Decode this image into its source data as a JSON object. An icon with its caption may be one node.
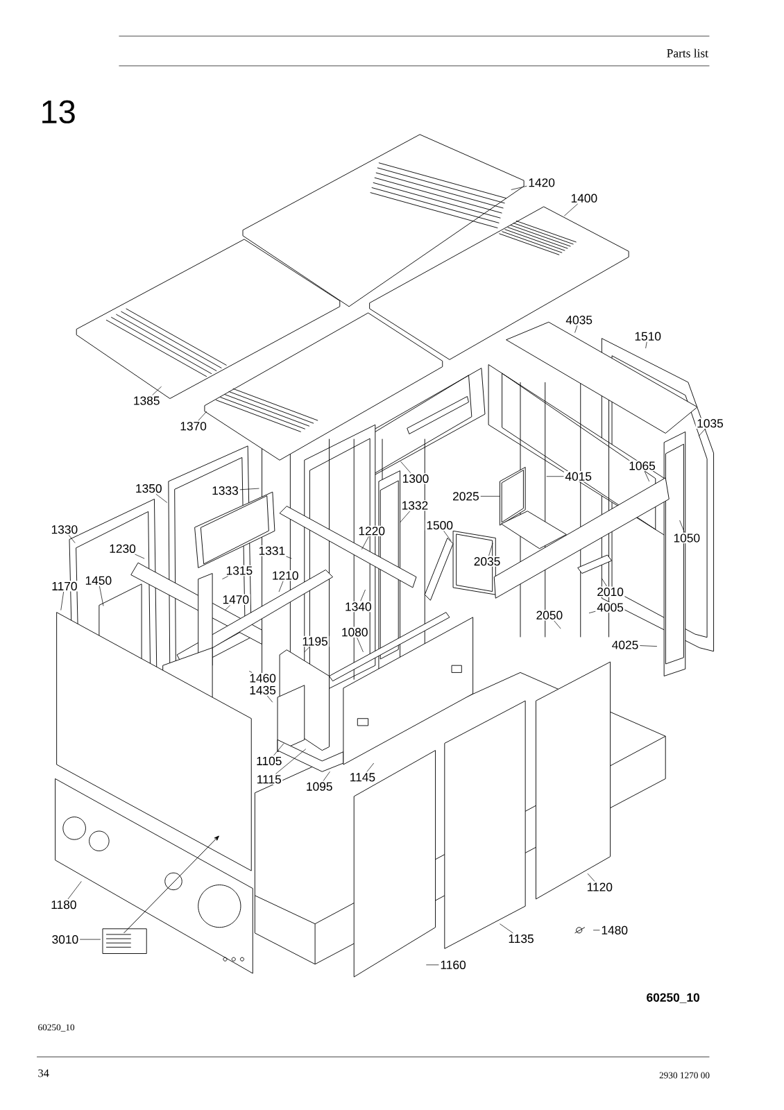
{
  "diagram": {
    "nodes": [
      {
        "text": [
          "1420"
        ]
      },
      {
        "text": [
          "1400"
        ]
      },
      {
        "text": [
          "4035"
        ]
      },
      {
        "text": [
          "1510"
        ]
      },
      {
        "text": [
          "1385"
        ]
      },
      {
        "text": [
          "1035"
        ]
      },
      {
        "text": [
          "1370"
        ]
      },
      {
        "text": [
          "1065"
        ]
      },
      {
        "text": [
          "4015"
        ]
      },
      {
        "text": [
          "1300"
        ]
      },
      {
        "text": [
          "1350"
        ]
      },
      {
        "text": [
          "1333"
        ]
      },
      {
        "text": [
          "2025"
        ]
      },
      {
        "text": [
          "1332"
        ]
      },
      {
        "text": [
          "1330"
        ]
      },
      {
        "text": [
          "1500"
        ]
      },
      {
        "text": [
          "1220"
        ]
      },
      {
        "text": [
          "1050"
        ]
      },
      {
        "text": [
          "1230"
        ]
      },
      {
        "text": [
          "1331"
        ]
      },
      {
        "text": [
          "2035"
        ]
      },
      {
        "text": [
          "1315"
        ]
      },
      {
        "text": [
          "1210"
        ]
      },
      {
        "text": [
          "1450"
        ]
      },
      {
        "text": [
          "1170"
        ]
      },
      {
        "text": [
          "2010"
        ]
      },
      {
        "text": [
          "1470"
        ]
      },
      {
        "text": [
          "1340"
        ]
      },
      {
        "text": [
          "4005"
        ]
      },
      {
        "text": [
          "2050"
        ]
      },
      {
        "text": [
          "1080"
        ]
      },
      {
        "text": [
          "1195"
        ]
      },
      {
        "text": [
          "4025"
        ]
      },
      {
        "text": [
          "1460"
        ]
      },
      {
        "text": [
          "1435"
        ]
      },
      {
        "text": [
          "1105"
        ]
      },
      {
        "text": [
          "1145"
        ]
      },
      {
        "text": [
          "1115"
        ]
      },
      {
        "text": [
          "1095"
        ]
      },
      {
        "text": [
          "1120"
        ]
      },
      {
        "text": [
          "1180"
        ]
      },
      {
        "text": [
          "1480"
        ]
      },
      {
        "text": [
          "3010"
        ]
      },
      {
        "text": [
          "1135"
        ]
      },
      {
        "text": [
          "1160"
        ]
      }
    ],
    "edges": [
      {
        "from": 0,
        "to": null,
        "arrow": "none"
      },
      {
        "from": 1,
        "to": null,
        "arrow": "none"
      },
      {
        "from": 2,
        "to": null,
        "arrow": "none"
      },
      {
        "from": 3,
        "to": null,
        "arrow": "none"
      },
      {
        "from": 4,
        "to": null,
        "arrow": "none"
      },
      {
        "from": 5,
        "to": null,
        "arrow": "none"
      },
      {
        "from": 6,
        "to": null,
        "arrow": "none"
      },
      {
        "from": 7,
        "to": null,
        "arrow": "none"
      },
      {
        "from": 8,
        "to": null,
        "arrow": "none"
      },
      {
        "from": 9,
        "to": null,
        "arrow": "none"
      },
      {
        "from": 10,
        "to": null,
        "arrow": "none"
      },
      {
        "from": 11,
        "to": null,
        "arrow": "none"
      },
      {
        "from": 12,
        "to": null,
        "arrow": "none"
      },
      {
        "from": 13,
        "to": null,
        "arrow": "none"
      },
      {
        "from": 14,
        "to": null,
        "arrow": "none"
      },
      {
        "from": 15,
        "to": null,
        "arrow": "none"
      },
      {
        "from": 16,
        "to": null,
        "arrow": "none"
      },
      {
        "from": 17,
        "to": null,
        "arrow": "none"
      },
      {
        "from": 18,
        "to": null,
        "arrow": "none"
      },
      {
        "from": 19,
        "to": null,
        "arrow": "none"
      },
      {
        "from": 20,
        "to": null,
        "arrow": "none"
      },
      {
        "from": 21,
        "to": null,
        "arrow": "none"
      },
      {
        "from": 22,
        "to": null,
        "arrow": "none"
      },
      {
        "from": 23,
        "to": null,
        "arrow": "none"
      },
      {
        "from": 24,
        "to": null,
        "arrow": "none"
      },
      {
        "from": 25,
        "to": null,
        "arrow": "none"
      },
      {
        "from": 26,
        "to": null,
        "arrow": "none"
      },
      {
        "from": 27,
        "to": null,
        "arrow": "none"
      },
      {
        "from": 28,
        "to": null,
        "arrow": "none"
      },
      {
        "from": 29,
        "to": null,
        "arrow": "none"
      },
      {
        "from": 30,
        "to": null,
        "arrow": "none"
      },
      {
        "from": 31,
        "to": null,
        "arrow": "none"
      },
      {
        "from": 32,
        "to": null,
        "arrow": "none"
      },
      {
        "from": 33,
        "to": null,
        "arrow": "none"
      },
      {
        "from": 34,
        "to": null,
        "arrow": "none"
      },
      {
        "from": 35,
        "to": null,
        "arrow": "none"
      },
      {
        "from": 36,
        "to": null,
        "arrow": "none"
      },
      {
        "from": 37,
        "to": null,
        "arrow": "none"
      },
      {
        "from": 38,
        "to": null,
        "arrow": "none"
      },
      {
        "from": 39,
        "to": null,
        "arrow": "none"
      },
      {
        "from": 40,
        "to": null,
        "arrow": "none"
      },
      {
        "from": 41,
        "to": null,
        "arrow": "none"
      },
      {
        "from": 42,
        "to": null,
        "arrow": "none"
      },
      {
        "from": 43,
        "to": null,
        "arrow": "none"
      },
      {
        "from": 44,
        "to": null,
        "arrow": "none"
      }
    ],
    "labels": [
      "Parts list",
      "13",
      "60250_10",
      "60250_10",
      "34",
      "2930 1270 00"
    ]
  }
}
